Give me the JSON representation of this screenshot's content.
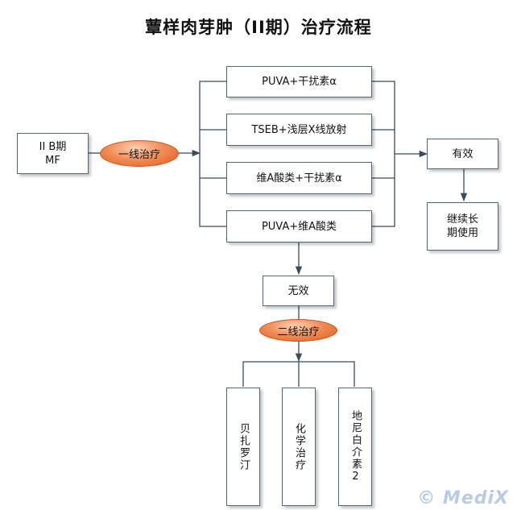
{
  "title": "蕈样肉芽肿（II期）治疗流程",
  "nodes": {
    "stage": [
      "II B期",
      "MF"
    ],
    "first_line": "一线治疗",
    "option_1": "PUVA+干扰素α",
    "option_2": "TSEB+浅层X线放射",
    "option_3": "维A酸类+干扰素α",
    "option_4": "PUVA+维A酸类",
    "effective": "有效",
    "continue_use": [
      "继续长",
      "期使用"
    ],
    "ineffective": "无效",
    "second_line": "二线治疗",
    "drug_1": "贝扎罗汀",
    "drug_2": "化学治疗",
    "drug_3": "地尼白介素2"
  },
  "watermark": "© MediX",
  "colors": {
    "box_border": "#566573",
    "connector": "#3b4b5c",
    "ellipse_fill": "#f18e57"
  }
}
